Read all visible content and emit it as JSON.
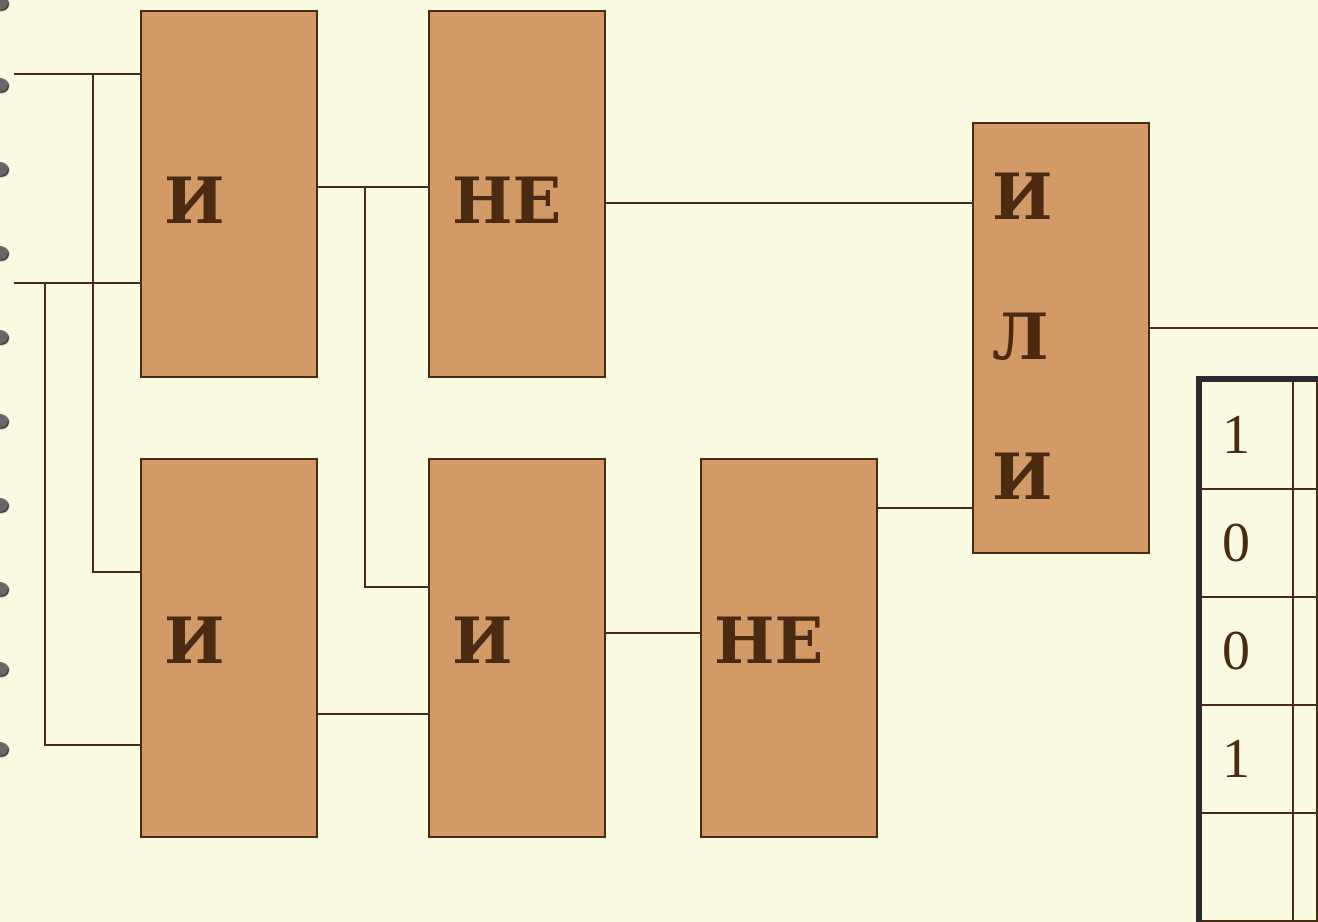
{
  "gates": {
    "and_top": "И",
    "not_top": "НЕ",
    "or_v1": "И",
    "or_v2": "Л",
    "or_v3": "И",
    "and_bottom_left": "И",
    "and_bottom_mid": "И",
    "not_bottom": "НЕ"
  },
  "truth_table": {
    "rows": [
      "1",
      "0",
      "0",
      "1",
      ""
    ]
  },
  "colors": {
    "background": "#fbfae3",
    "gate_fill": "#d19a66",
    "line": "#4a2a10"
  }
}
